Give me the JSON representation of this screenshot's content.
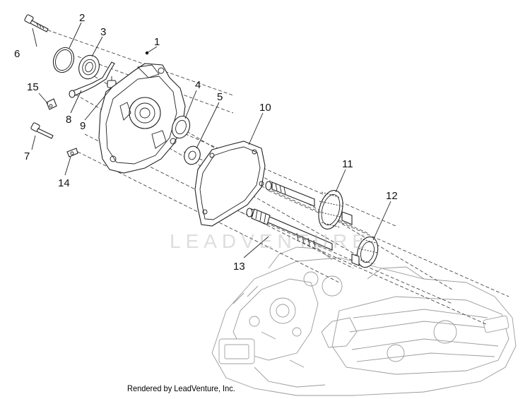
{
  "diagram": {
    "callouts": {
      "p1": "1",
      "p2": "2",
      "p3": "3",
      "p4": "4",
      "p5": "5",
      "p6": "6",
      "p7": "7",
      "p8": "8",
      "p9": "9",
      "p10": "10",
      "p11": "11",
      "p12": "12",
      "p13": "13",
      "p14": "14",
      "p15": "15"
    },
    "watermark": "LEADVENTURE",
    "footer": "Rendered by LeadVenture, Inc."
  }
}
